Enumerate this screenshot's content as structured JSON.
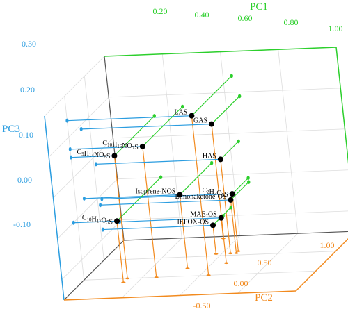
{
  "chart_data": {
    "type": "scatter3d",
    "axes": {
      "x": {
        "label": "PC1",
        "range": [
          0.2,
          1.0
        ],
        "ticks": [
          "0.20",
          "0.40",
          "0.60",
          "0.80",
          "1.00"
        ],
        "color": "#2ccf2c"
      },
      "y": {
        "label": "PC2",
        "range": [
          -0.5,
          1.0
        ],
        "ticks": [
          "-0.50",
          "0.00",
          "0.50",
          "1.00"
        ],
        "color": "#f28a1e"
      },
      "z": {
        "label": "PC3",
        "range": [
          -0.15,
          0.3
        ],
        "ticks": [
          "0.30",
          "0.20",
          "0.10",
          "0.00",
          "-0.10"
        ],
        "color": "#2b9de0"
      }
    },
    "colors": {
      "point": "#000000",
      "pc1_projection": "#2ccf2c",
      "pc2_projection": "#f28a1e",
      "pc3_projection": "#2b9de0"
    },
    "points": [
      {
        "label": "LAS",
        "sub": [],
        "pc1": 0.63,
        "pc2": 0.0,
        "pc3": 0.24
      },
      {
        "label": "C10H16NO7S",
        "sub": [
          [
            1,
            "10"
          ],
          [
            3,
            "16"
          ],
          [
            6,
            "7"
          ]
        ],
        "pc1": 0.45,
        "pc2": 0.0,
        "pc3": 0.17
      },
      {
        "label": "C9H14NO8S",
        "sub": [
          [
            1,
            "9"
          ],
          [
            2,
            "14"
          ],
          [
            5,
            "8"
          ]
        ],
        "pc1": 0.35,
        "pc2": 0.0,
        "pc3": 0.15
      },
      {
        "label": "GAS",
        "sub": [],
        "pc1": 0.65,
        "pc2": 0.3,
        "pc3": 0.19
      },
      {
        "label": "HAS",
        "sub": [],
        "pc1": 0.63,
        "pc2": 0.55,
        "pc3": 0.08
      },
      {
        "label": "Isoprene-NOS",
        "sub": [],
        "pc1": 0.53,
        "pc2": 0.2,
        "pc3": 0.03
      },
      {
        "label": "C10H17O5S",
        "sub": [
          [
            1,
            "10"
          ],
          [
            3,
            "17"
          ],
          [
            5,
            "5"
          ]
        ],
        "pc1": 0.35,
        "pc2": -0.1,
        "pc3": 0.0
      },
      {
        "label": "C2H3O5S",
        "sub": [
          [
            1,
            "2"
          ],
          [
            3,
            "3"
          ],
          [
            5,
            "5"
          ]
        ],
        "pc1": 0.65,
        "pc2": 0.6,
        "pc3": -0.01
      },
      {
        "label": "Limonaketone-OS",
        "sub": [],
        "pc1": 0.65,
        "pc2": 0.55,
        "pc3": -0.02
      },
      {
        "label": "IEPOX-OS",
        "sub": [],
        "pc1": 0.58,
        "pc2": 0.55,
        "pc3": -0.08
      },
      {
        "label": "MAE-OS",
        "sub": [],
        "pc1": 0.55,
        "pc2": 0.95,
        "pc3": -0.1
      }
    ],
    "grid": true
  }
}
